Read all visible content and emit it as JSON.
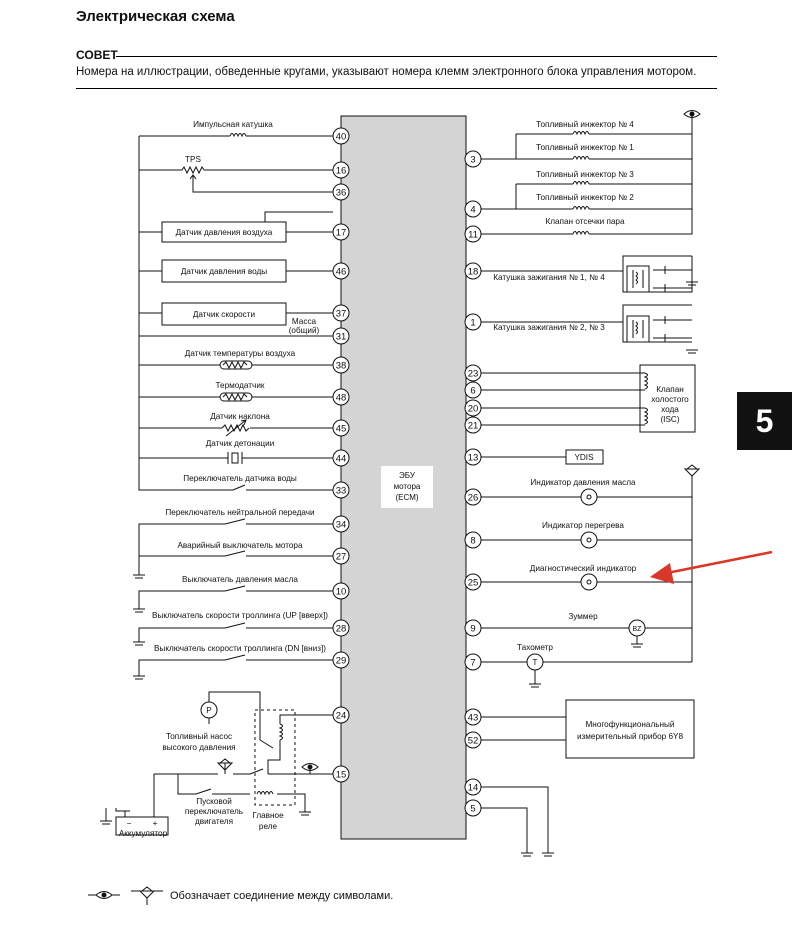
{
  "title": "Электрическая схема",
  "note": {
    "label": "СОВЕТ",
    "text": "Номера на иллюстрации, обведенные кругами, указывают номера клемм электронного блока управления мотором."
  },
  "ecu": {
    "label": [
      "ЭБУ",
      "мотора",
      "(ECM)"
    ]
  },
  "left_components": {
    "pulse_coil": "Импульсная катушка",
    "tps": "TPS",
    "air_pressure": "Датчик давления воздуха",
    "water_pressure": "Датчик давления воды",
    "speed": "Датчик скорости",
    "ground_common": [
      "Масса",
      "(общий)"
    ],
    "air_temp": "Датчик температуры воздуха",
    "thermo": "Термодатчик",
    "tilt": "Датчик наклона",
    "knock": "Датчик детонации",
    "water_switch": "Переключатель датчика воды",
    "neutral": "Переключатель нейтральной передачи",
    "emergency": "Аварийный выключатель мотора",
    "oil_switch": "Выключатель давления масла",
    "troll_up": "Выключатель скорости троллинга (UP [вверх])",
    "troll_dn": "Выключатель скорости троллинга (DN [вниз])",
    "fuel_pump": [
      "Топливный насос",
      "высокого давления"
    ],
    "starter_switch": [
      "Пусковой",
      "переключатель",
      "двигателя"
    ],
    "main_relay": [
      "Главное",
      "реле"
    ],
    "battery": "Аккумулятор",
    "pump_symbol": "P",
    "battery_minus": "−",
    "battery_plus": "+"
  },
  "right_components": {
    "inj4": "Топливный инжектор № 4",
    "inj1": "Топливный инжектор № 1",
    "inj3": "Топливный инжектор № 3",
    "inj2": "Топливный инжектор № 2",
    "vapor_valve": "Клапан отсечки пара",
    "coil14": "Катушка зажигания № 1, № 4",
    "coil23": "Катушка зажигания № 2, № 3",
    "isc": [
      "Клапан",
      "холостого",
      "хода",
      "(ISC)"
    ],
    "ydis": "YDIS",
    "oil_indicator": "Индикатор давления масла",
    "overheat": "Индикатор перегрева",
    "diag": "Диагностический индикатор",
    "buzzer": "Зуммер",
    "buzzer_symbol": "BZ",
    "tacho": "Тахометр",
    "tacho_symbol": "T",
    "multimeter": [
      "Многофункциональный",
      "измерительный прибор 6Y8"
    ]
  },
  "pins_left": [
    "40",
    "16",
    "36",
    "17",
    "46",
    "37",
    "31",
    "38",
    "48",
    "45",
    "44",
    "33",
    "34",
    "27",
    "10",
    "28",
    "29",
    "24",
    "15"
  ],
  "pins_right": [
    "3",
    "4",
    "11",
    "18",
    "1",
    "23",
    "6",
    "20",
    "21",
    "13",
    "26",
    "8",
    "25",
    "9",
    "7",
    "43",
    "52",
    "14",
    "5"
  ],
  "legend": {
    "text": "Обозначает соединение между символами."
  },
  "chapter": "5",
  "colors": {
    "ecu_fill": "#d4d4d4",
    "arrow": "#d9372a",
    "tab": "#111111"
  }
}
